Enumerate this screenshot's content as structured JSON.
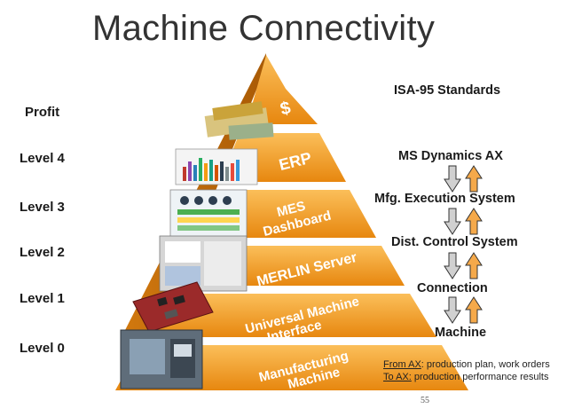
{
  "title": "Machine Connectivity",
  "levels": [
    {
      "label": "Profit"
    },
    {
      "label": "Level 4"
    },
    {
      "label": "Level 3"
    },
    {
      "label": "Level 2"
    },
    {
      "label": "Level 1"
    },
    {
      "label": "Level 0"
    }
  ],
  "pyramid": {
    "tiers": [
      {
        "line1": "$",
        "line2": ""
      },
      {
        "line1": "ERP",
        "line2": ""
      },
      {
        "line1": "MES",
        "line2": "Dashboard"
      },
      {
        "line1": "MERLIN Server",
        "line2": ""
      },
      {
        "line1": "Universal Machine",
        "line2": "Interface"
      },
      {
        "line1": "Manufacturing",
        "line2": "Machine"
      }
    ]
  },
  "standards": {
    "header": "ISA-95 Standards",
    "items": [
      "MS Dynamics AX",
      "Mfg. Execution System",
      "Dist. Control System",
      "Connection",
      "Machine"
    ]
  },
  "notes": {
    "from_label": "From AX",
    "from_text": ": production plan, work orders",
    "to_label": "To AX:",
    "to_text": " production performance results"
  },
  "page_number": "55",
  "colors": {
    "tier_light": "#f7a733",
    "tier_dark": "#c86f0d",
    "down_arrow": "#cccccc",
    "up_arrow": "#f5a94a"
  }
}
